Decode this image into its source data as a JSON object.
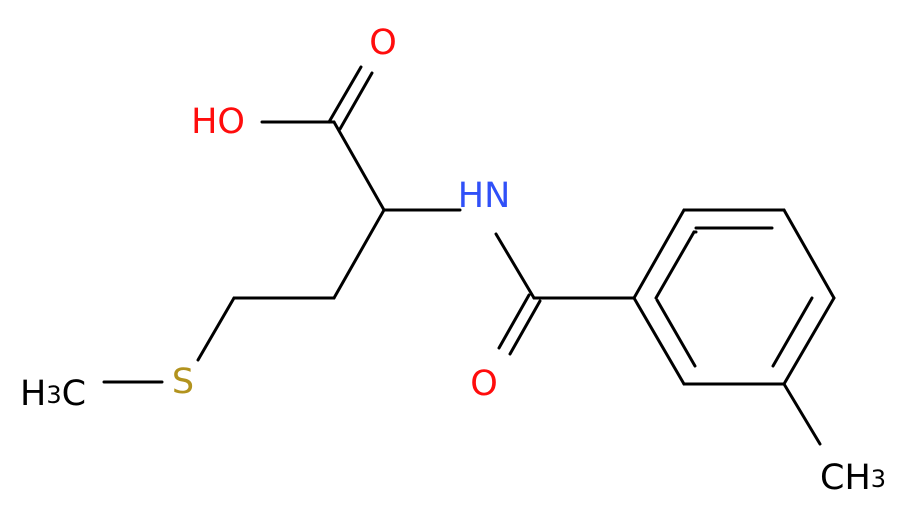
{
  "colors": {
    "carbon": "#000000",
    "oxygen": "#ff0d0d",
    "nitrogen": "#3050f8",
    "sulfur": "#b2931e",
    "background": "#ffffff"
  },
  "atoms": {
    "oh": "HO",
    "acid_o": "O",
    "nh": "HN",
    "amide_o": "O",
    "s": "S",
    "ch3_left_h": "H",
    "ch3_left_sub": "3",
    "ch3_left_c": "C",
    "ch3_right_c": "CH",
    "ch3_right_sub": "3"
  }
}
